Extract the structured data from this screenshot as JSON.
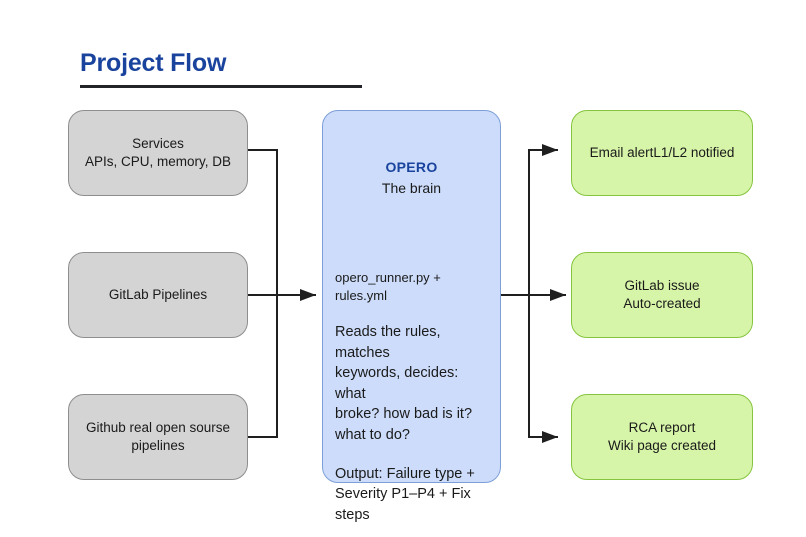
{
  "page": {
    "title": "Project Flow",
    "background_color": "#ffffff",
    "title_color": "#19439d",
    "rule_color": "#222428"
  },
  "diagram": {
    "type": "flowchart",
    "direction": "left-to-right",
    "sources": [
      {
        "id": "services",
        "text": "Services\nAPIs, CPU, memory, DB",
        "fill": "#d4d4d4",
        "stroke": "#8e8e8e"
      },
      {
        "id": "gitlab-pipelines",
        "text": "GitLab Pipelines",
        "fill": "#d4d4d4",
        "stroke": "#8e8e8e"
      },
      {
        "id": "github-pipelines",
        "text": "Github real open sourse\npipelines",
        "fill": "#d4d4d4",
        "stroke": "#8e8e8e"
      }
    ],
    "engine": {
      "id": "opero",
      "heading": "OPERO",
      "subheading": "The brain",
      "file": "opero_runner.py + rules.yml",
      "logic": "Reads the rules, matches\nkeywords, decides: what\nbroke? how bad is it?\nwhat to do?",
      "output": "Output: Failure type +\nSeverity P1–P4 + Fix steps",
      "fill": "#ccdcfa",
      "stroke": "#7d9fd8",
      "heading_color": "#19439d"
    },
    "outputs": [
      {
        "id": "email-alert",
        "text": "Email alertL1/L2 notified",
        "fill": "#d7f5a8",
        "stroke": "#86c440"
      },
      {
        "id": "gitlab-issue",
        "text": "GitLab issue\nAuto-created",
        "fill": "#d7f5a8",
        "stroke": "#86c440"
      },
      {
        "id": "rca-report",
        "text": "RCA report\nWiki page created",
        "fill": "#d7f5a8",
        "stroke": "#86c440"
      }
    ],
    "connectors": {
      "stroke": "#1f1f1f",
      "inbound_label": "three sources merge into engine",
      "outbound_label": "engine fans out to three outputs"
    }
  }
}
